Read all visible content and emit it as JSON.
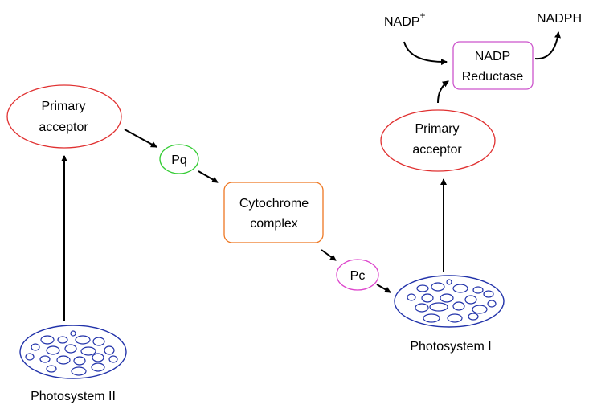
{
  "nodes": {
    "primary_acceptor_ii": {
      "line1": "Primary",
      "line2": "acceptor",
      "border_color": "#e03030"
    },
    "pq": {
      "label": "Pq",
      "border_color": "#33cc33"
    },
    "cytochrome": {
      "line1": "Cytochrome",
      "line2": "complex",
      "border_color": "#ee7722"
    },
    "pc": {
      "label": "Pc",
      "border_color": "#dd44cc"
    },
    "primary_acceptor_i": {
      "line1": "Primary",
      "line2": "acceptor",
      "border_color": "#e03030"
    },
    "nadp_reductase": {
      "line1": "NADP",
      "line2": "Reductase",
      "border_color": "#cc55cc"
    },
    "photosystem_ii": {
      "label": "Photosystem II",
      "color": "#2233aa"
    },
    "photosystem_i": {
      "label": "Photosystem I",
      "color": "#2233aa"
    }
  },
  "labels": {
    "nadp_plus": "NADP",
    "nadp_plus_sup": "+",
    "nadph": "NADPH"
  },
  "arrow_color": "#000000"
}
